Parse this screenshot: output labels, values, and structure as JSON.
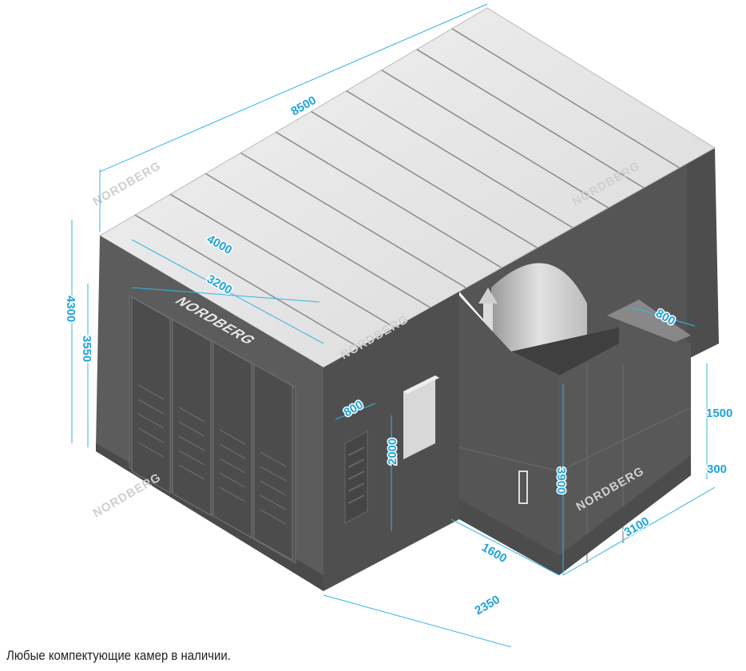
{
  "product": {
    "logo_text": "NORDBERG",
    "watermark_text": "NORDBERG"
  },
  "dimensions": {
    "total_length": "8500",
    "roof_width": "4000",
    "door_width": "3200",
    "total_height": "4300",
    "door_height": "3550",
    "side_door_width": "800",
    "side_door_height": "2000",
    "offset_depth": "1600",
    "base_width": "2350",
    "filter_unit_height": "3900",
    "filter_unit_length": "3100",
    "plinth_height": "300",
    "pit_height": "1500",
    "duct_width": "800"
  },
  "caption": "Любые компектующие камер в наличии.",
  "colors": {
    "dimension": "#33b5e5",
    "body": "#5a5a5a",
    "roof": "#e6e6e6"
  }
}
